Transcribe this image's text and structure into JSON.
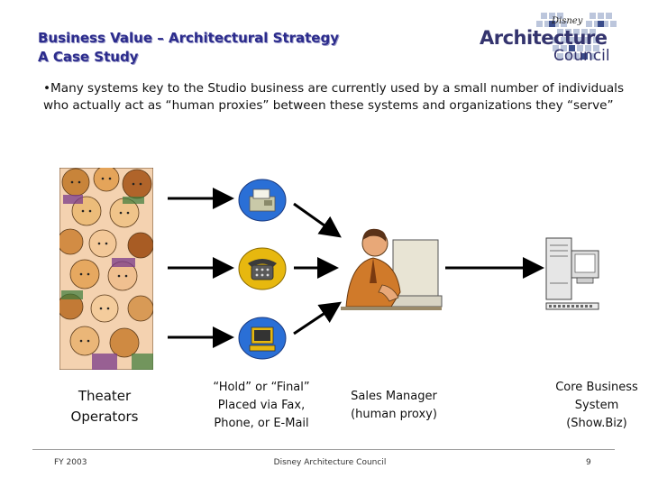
{
  "title": {
    "line1": "Business Value – Architectural Strategy",
    "line2": "A Case Study"
  },
  "logo": {
    "brand": "Disney",
    "word1": "Architecture",
    "word2": "Council"
  },
  "bullet": "•Many systems key to the Studio business are currently used by a small number of individuals who actually act as “human proxies” between these systems and organizations they “serve”",
  "captions": {
    "theater": [
      "Theater",
      "Operators"
    ],
    "orders": [
      "“Hold” or “Final”",
      "Placed via Fax,",
      "Phone, or E-Mail"
    ],
    "manager": [
      "Sales Manager",
      "(human proxy)"
    ],
    "system": [
      "Core Business",
      "System",
      "(Show.Biz)"
    ]
  },
  "footer": {
    "left": "FY 2003",
    "center": "Disney Architecture Council",
    "page": "9"
  },
  "icons": {
    "crowd": "people-crowd-illustration",
    "fax": "fax-icon",
    "phone": "phone-icon",
    "email": "computer-email-icon",
    "manager": "sales-manager-illustration",
    "system": "computer-system-illustration"
  },
  "colors": {
    "title": "#2b2b8c",
    "icon_blue": "#2a6fd6",
    "icon_gold": "#e7b80f",
    "arrow": "#000000"
  }
}
